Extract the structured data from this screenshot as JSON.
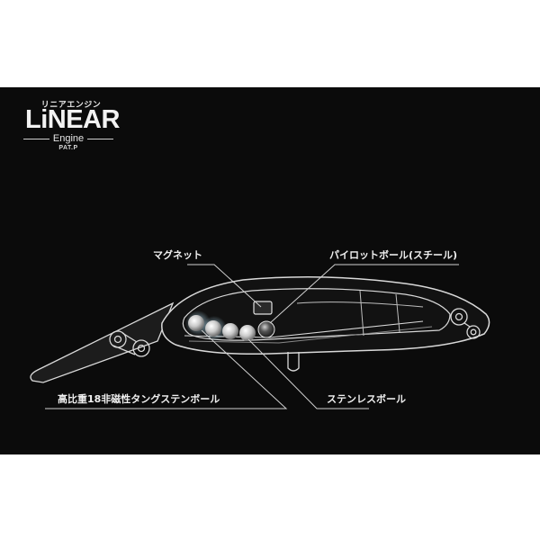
{
  "logo": {
    "kana": "リニアエンジン",
    "title": "LiNEAR",
    "subtitle": "Engine",
    "patent": "PAT.P"
  },
  "callouts": {
    "magnet": "マグネット",
    "pilot_ball": "パイロットボール(スチール)",
    "tungsten_balls": "高比重18非磁性タングステンボール",
    "stainless_ball": "ステンレスボール"
  },
  "colors": {
    "background": "#0b0b0b",
    "outline": "#d9d9d9",
    "text": "#f0f0f0"
  }
}
